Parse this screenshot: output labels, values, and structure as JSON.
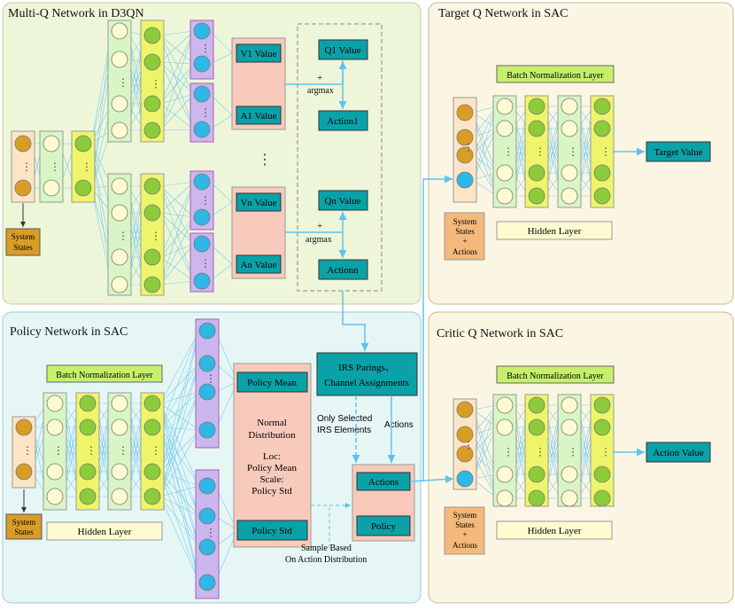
{
  "panels": {
    "d3qn": "Multi-Q Network in D3QN",
    "target": "Target Q Network in SAC",
    "policy": "Policy Network in SAC",
    "critic": "Critic Q Network in SAC"
  },
  "d3qn": {
    "input_label_1": "System",
    "input_label_2": "States",
    "v1": "V1 Value",
    "a1": "A1 Value",
    "vn": "Vn Value",
    "an": "An Value",
    "q1": "Q1 Value",
    "action1": "Action1",
    "qn": "Qn Value",
    "actionn": "Actionn",
    "plus": "+",
    "argmax": "argmax",
    "dots": "⋮"
  },
  "target": {
    "bn": "Batch Normalization Layer",
    "hidden": "Hidden Layer",
    "input_1": "System",
    "input_2": "States",
    "input_3": "+",
    "input_4": "Actions",
    "output": "Target Value"
  },
  "policy": {
    "bn": "Batch Normalization Layer",
    "hidden": "Hidden Layer",
    "input_1": "System",
    "input_2": "States",
    "policy_mean": "Policy Mean",
    "policy_std": "Policy Std",
    "dist_1": "Normal",
    "dist_2": "Distribution",
    "dist_3": "Loc:",
    "dist_4": "Policy Mean",
    "dist_5": "Scale:",
    "dist_6": "Policy Std",
    "irs_1": "IRS Parings、",
    "irs_2": "Channel Assignments",
    "only_1": "Only Selected",
    "only_2": "IRS Elements",
    "actions_lbl": "Actions",
    "actions_box": "Actions",
    "policy_box": "Policy",
    "sample_1": "Sample Based",
    "sample_2": "On Action Distribution"
  },
  "critic": {
    "bn": "Batch Normalization Layer",
    "hidden": "Hidden Layer",
    "input_1": "System",
    "input_2": "States",
    "input_3": "+",
    "input_4": "Actions",
    "output": "Action Value"
  },
  "colors": {
    "d3qn_bg": "#eef6d9",
    "policy_bg": "#e6f6f5",
    "sac_bg": "#fbf6e3",
    "teal": "#0aa2a8",
    "salmon": "#f8cabb",
    "orange_node": "#d99d26",
    "arrow": "#5ec3ee"
  }
}
